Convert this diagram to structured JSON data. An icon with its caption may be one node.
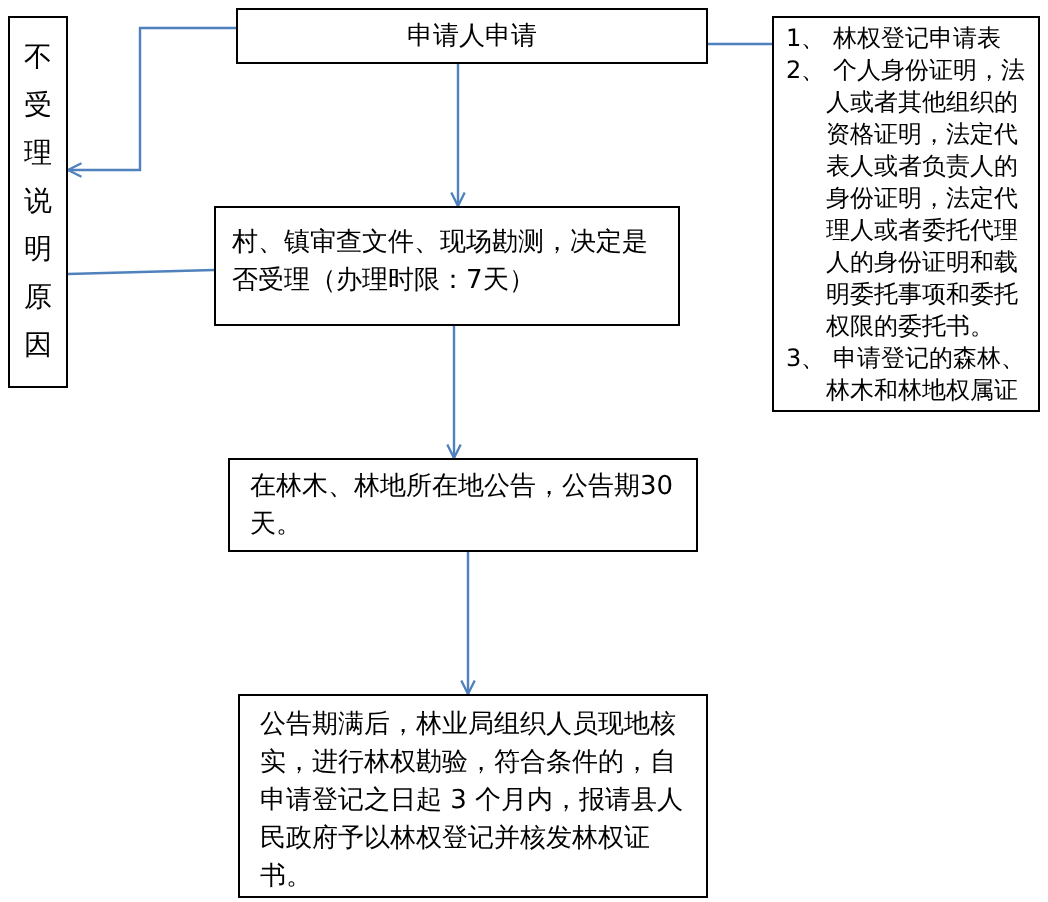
{
  "diagram": {
    "nodes": [
      {
        "text": [
          "申请人申请"
        ]
      },
      {
        "text": [
          "不受理说明原因"
        ]
      },
      {
        "text": [
          "1、 林权登记申请表",
          "2、 个人身份证明，法人或者其他组织的资格证明，法定代表人或者负责人的身份证明，法定代理人或者委托代理人的身份证明和载明委托事项和委托权限的委托书。",
          "3、 申请登记的森林、林木和林地权属证"
        ]
      },
      {
        "text": [
          "村、镇审查文件、现场勘测，决定是否受理（办理时限：7天）"
        ]
      },
      {
        "text": [
          "在林木、林地所在地公告，公告期30天。"
        ]
      },
      {
        "text": [
          "公告期满后，林业局组织人员现地核实，进行林权勘验，符合条件的，自申请登记之日起 3 个月内，报请县人民政府予以林权登记并核发林权证书。"
        ]
      }
    ],
    "edges": [
      {
        "from": 0,
        "to": 1,
        "arrow": "to"
      },
      {
        "from": 0,
        "to": 3,
        "arrow": "to"
      },
      {
        "from": 3,
        "to": 1,
        "arrow": "none"
      },
      {
        "from": 0,
        "to": 2,
        "arrow": "none"
      },
      {
        "from": 3,
        "to": 4,
        "arrow": "to"
      },
      {
        "from": 4,
        "to": 5,
        "arrow": "to"
      }
    ]
  }
}
